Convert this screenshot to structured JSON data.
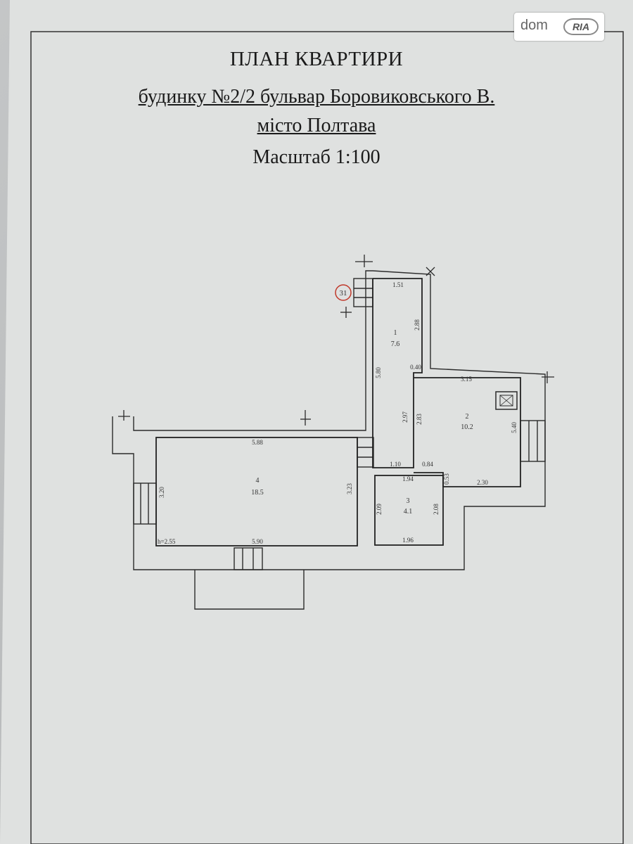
{
  "header": {
    "title": "ПЛАН КВАРТИРИ",
    "address_line": "будинку №2/2 бульвар Боровиковського В.",
    "city_line": "місто  Полтава",
    "scale": "Масштаб 1:100"
  },
  "watermark": {
    "brand": "dom",
    "brand_badge": "RIA"
  },
  "plan": {
    "stamp": "31",
    "rooms": [
      {
        "number": "1",
        "area": "7.6"
      },
      {
        "number": "2",
        "area": "10.2"
      },
      {
        "number": "3",
        "area": "4.1"
      },
      {
        "number": "4",
        "area": "18.5"
      }
    ],
    "dims": {
      "r1_top": "1.51",
      "r1_right": "2.88",
      "r1_left": "5.80",
      "gap_040": "0.40",
      "r2_top": "3.15",
      "r2_left_a": "2.97",
      "r2_left_b": "2.83",
      "r2_right": "5.40",
      "r2_bottom": "2.30",
      "r2_step": "0.84",
      "r2_step_v": "0.53",
      "corr_110": "1.10",
      "r3_top": "1.94",
      "r3_left": "2.09",
      "r3_right": "2.08",
      "r3_bottom": "1.96",
      "r4_top": "5.88",
      "r4_left": "3.20",
      "r4_right": "3.23",
      "r4_bottom": "5.90",
      "height": "h=2.55"
    }
  },
  "colors": {
    "paper": "#e2e4e3",
    "ink": "#2b2b2b",
    "stamp": "#c0392b",
    "background": "#b9bbbc"
  }
}
